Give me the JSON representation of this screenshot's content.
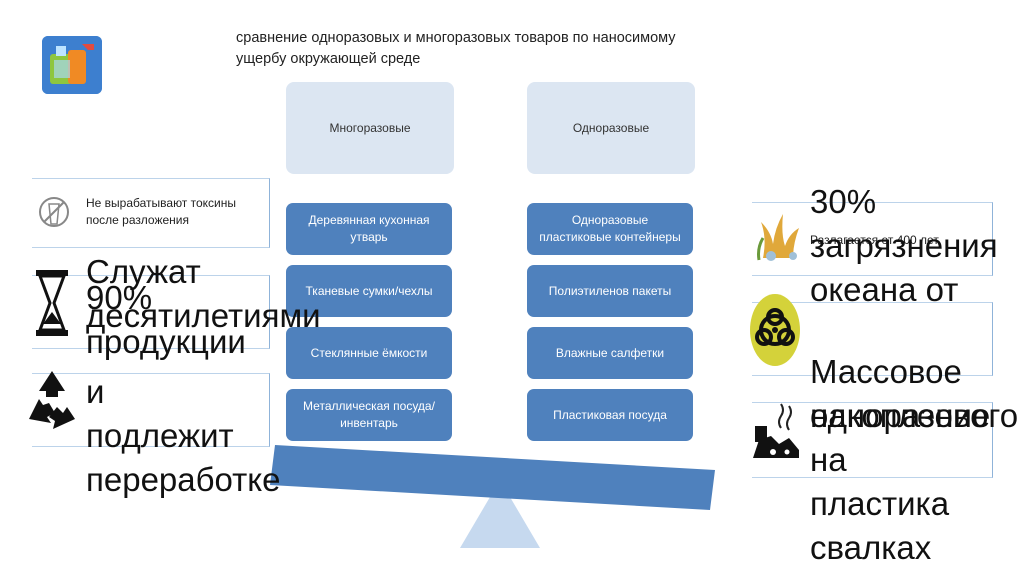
{
  "title": "сравнение одноразовых и многоразовых товаров по наносимому ущербу окружающей среде",
  "headers": {
    "left": "Многоразовые",
    "right": "Одноразовые"
  },
  "left_items": [
    "Деревянная кухонная утварь",
    "Тканевые сумки/чехлы",
    "Стеклянные ёмкости",
    "Металлическая посуда/инвентарь"
  ],
  "right_items": [
    "Одноразовые пластиковые контейнеры",
    "Полиэтиленов пакеты",
    "Влажные салфетки",
    "Пластиковая посуда"
  ],
  "left_cards": {
    "card1": "Не вырабатывают токсины после разложения",
    "card2_a": "Служат десятилетиями",
    "card2_b": "90% продукции",
    "card3": "и подлежит переработке"
  },
  "right_cards": {
    "card1_a": "30% загрязнения океана от",
    "card1_b": "Разлагается от 400 лет",
    "card2": "Массовое одноразового",
    "card3": "накопление на пластика свалках"
  },
  "colors": {
    "item_blue": "#4f81bd",
    "header_fill": "#dce6f2",
    "beam_fill": "#4f81bd",
    "fulcrum_fill": "#c6d9ef",
    "card_border": "#bcd3ea"
  },
  "icons": [
    "app-logo-icon",
    "no-toxin-icon",
    "hourglass-icon",
    "recycle-icon",
    "coral-icon",
    "biohazard-icon",
    "landfill-icon"
  ]
}
